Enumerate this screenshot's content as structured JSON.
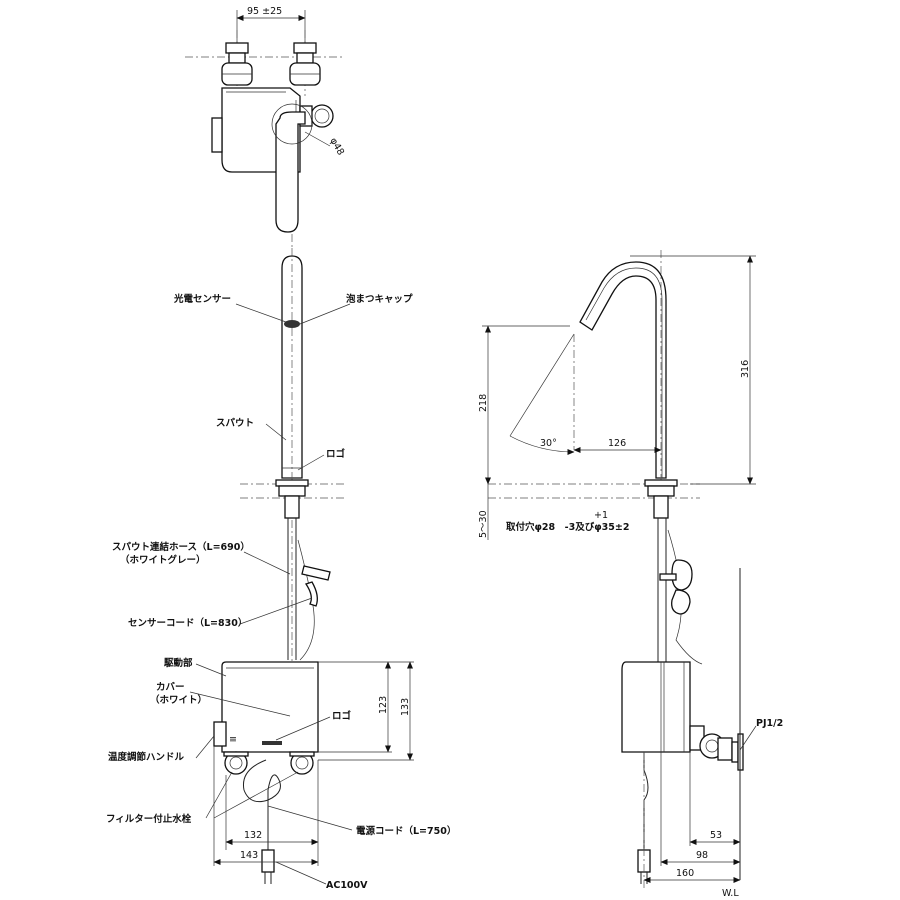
{
  "top_view": {
    "dim_spacing": "95 ±25",
    "dim_diameter": "φ48"
  },
  "front_view": {
    "labels": {
      "sensor": "光電センサー",
      "foam_cap": "泡まつキャップ",
      "spout": "スパウト",
      "logo_top": "ロゴ",
      "hose": "スパウト連結ホース（L=690）",
      "hose_color": "（ホワイトグレー）",
      "sensor_cord": "センサーコード（L=830）",
      "drive_unit": "駆動部",
      "cover": "カバー",
      "cover_color": "（ホワイト）",
      "logo_unit": "ロゴ",
      "temp_handle": "温度調節ハンドル",
      "filter_valve": "フィルター付止水栓",
      "power_cord": "電源コード（L=750）",
      "ac": "AC100V"
    },
    "dims": {
      "d123": "123",
      "d133": "133",
      "d132": "132",
      "d143": "143"
    }
  },
  "side_view": {
    "dims": {
      "d316": "316",
      "d218": "218",
      "d126": "126",
      "angle": "30°",
      "d5_30": "5～30",
      "d53": "53",
      "d98": "98",
      "d160": "160"
    },
    "mount_hole_sup": "+1",
    "mount_hole": "取付穴φ28　-3及びφ35±2",
    "pj": "PJ1/2",
    "wl": "W.L"
  }
}
